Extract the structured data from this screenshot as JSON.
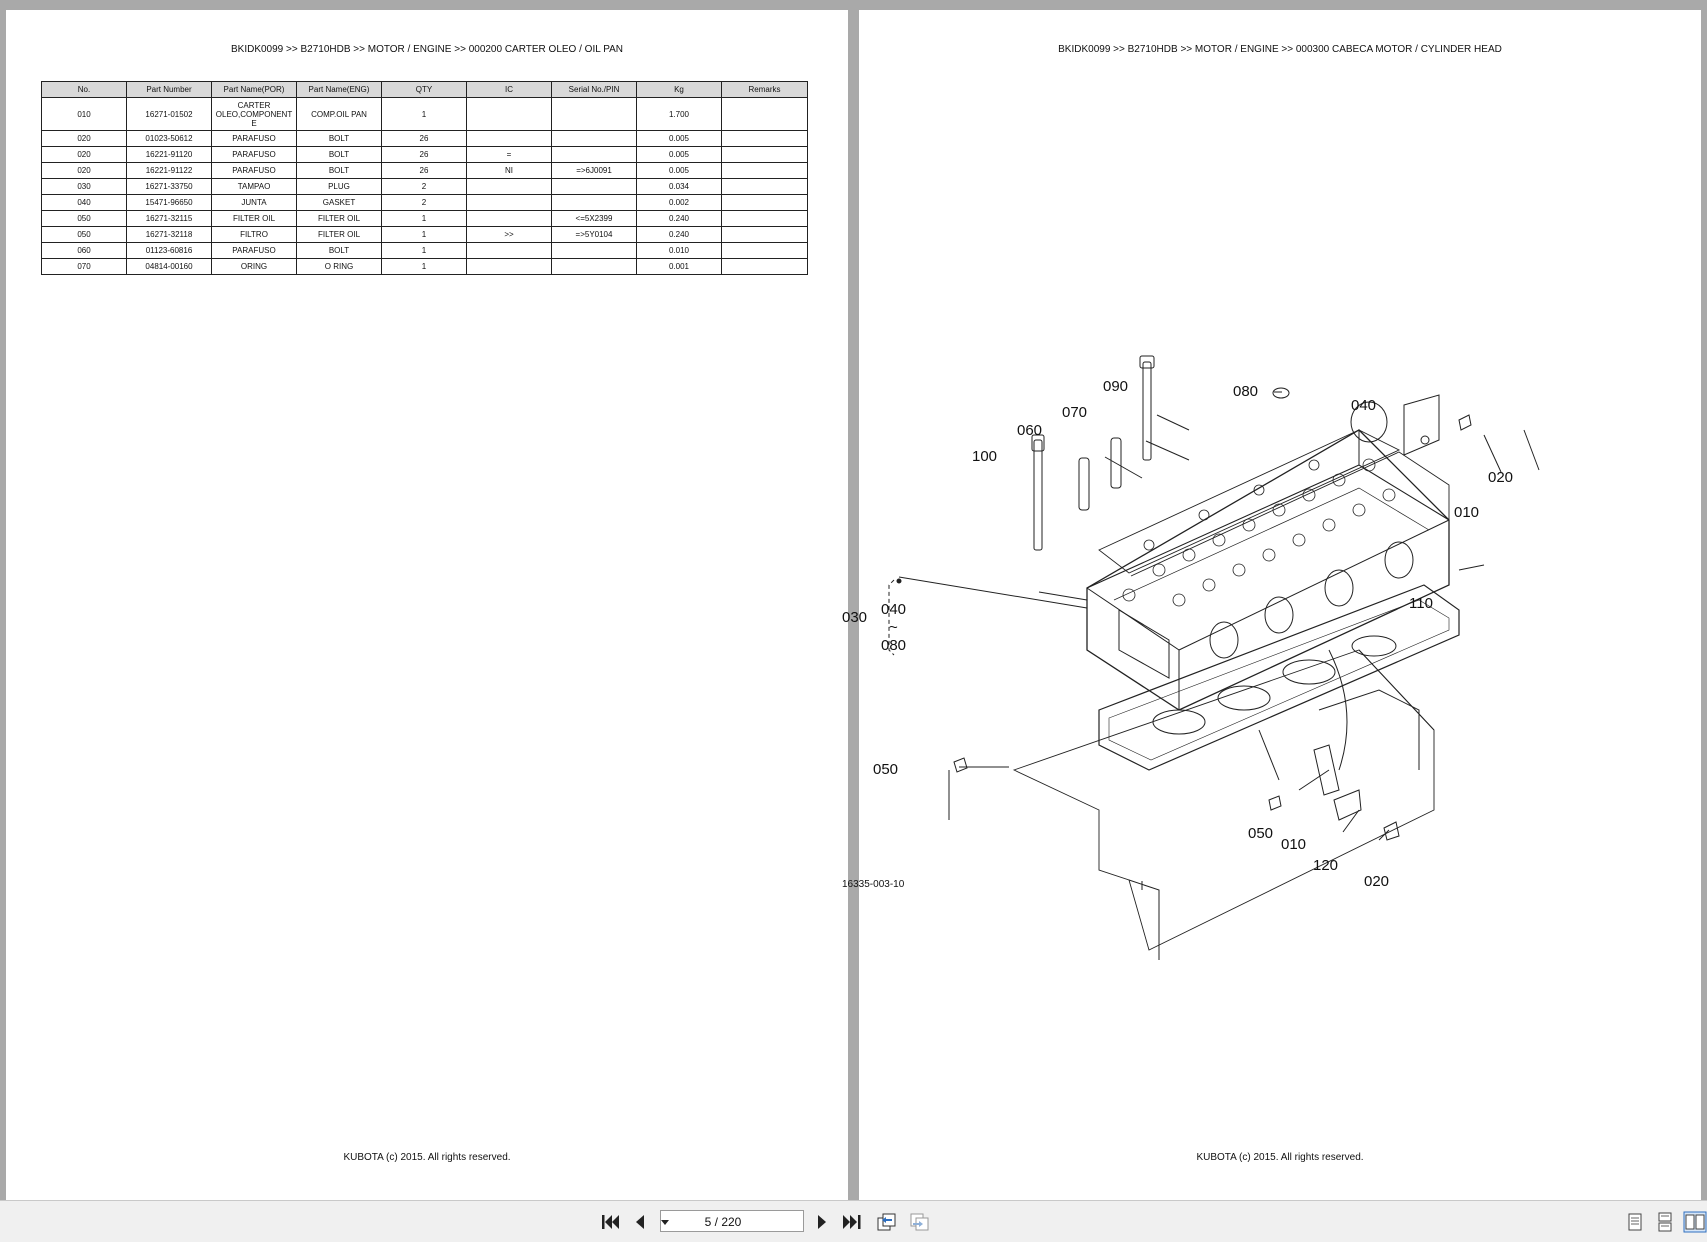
{
  "left_page": {
    "header": "BKIDK0099 >> B2710HDB >> MOTOR / ENGINE >> 000200   CARTER OLEO / OIL PAN",
    "table": {
      "columns": [
        "No.",
        "Part Number",
        "Part Name(POR)",
        "Part Name(ENG)",
        "QTY",
        "IC",
        "Serial No./PIN",
        "Kg",
        "Remarks"
      ],
      "rows": [
        [
          "010",
          "16271-01502",
          "CARTER OLEO,COMPONENT E",
          "COMP.OIL PAN",
          "1",
          "",
          "",
          "1.700",
          ""
        ],
        [
          "020",
          "01023-50612",
          "PARAFUSO",
          "BOLT",
          "26",
          "",
          "",
          "0.005",
          ""
        ],
        [
          "020",
          "16221-91120",
          "PARAFUSO",
          "BOLT",
          "26",
          "=",
          "",
          "0.005",
          ""
        ],
        [
          "020",
          "16221-91122",
          "PARAFUSO",
          "BOLT",
          "26",
          "NI",
          "=>6J0091",
          "0.005",
          ""
        ],
        [
          "030",
          "16271-33750",
          "TAMPAO",
          "PLUG",
          "2",
          "",
          "",
          "0.034",
          ""
        ],
        [
          "040",
          "15471-96650",
          "JUNTA",
          "GASKET",
          "2",
          "",
          "",
          "0.002",
          ""
        ],
        [
          "050",
          "16271-32115",
          "FILTER OIL",
          "FILTER OIL",
          "1",
          "",
          "<=5X2399",
          "0.240",
          ""
        ],
        [
          "050",
          "16271-32118",
          "FILTRO",
          "FILTER OIL",
          "1",
          ">>",
          "=>5Y0104",
          "0.240",
          ""
        ],
        [
          "060",
          "01123-60816",
          "PARAFUSO",
          "BOLT",
          "1",
          "",
          "",
          "0.010",
          ""
        ],
        [
          "070",
          "04814-00160",
          "ORING",
          "O RING",
          "1",
          "",
          "",
          "0.001",
          ""
        ]
      ]
    },
    "footer": "KUBOTA (c) 2015. All rights reserved."
  },
  "right_page": {
    "header": "BKIDK0099 >> B2710HDB >> MOTOR / ENGINE >> 000300   CABECA MOTOR / CYLINDER HEAD",
    "diagram": {
      "labels": {
        "l090": "090",
        "l080_top": "080",
        "l040_top": "040",
        "l070": "070",
        "l060": "060",
        "l100": "100",
        "l020_right": "020",
        "l010_right": "010",
        "l110": "110",
        "l030": "030",
        "l040_bracket": "040",
        "l080_bracket": "080",
        "l050_left": "050",
        "l050_bottom": "050",
        "l010_bottom": "010",
        "l120": "120",
        "l020_bottom": "020",
        "tilde": "~"
      },
      "figure_id": "16335-003-10"
    },
    "footer": "KUBOTA (c) 2015. All rights reserved."
  },
  "toolbar": {
    "page_indicator": "5 / 220",
    "icons": {
      "first": "first-page-icon",
      "prev": "previous-page-icon",
      "next": "next-page-icon",
      "last": "last-page-icon",
      "back": "go-back-icon",
      "forward": "go-forward-icon",
      "single": "single-page-view-icon",
      "continuous": "continuous-view-icon",
      "facing": "facing-pages-view-icon"
    },
    "colors": {
      "toolbar_bg": "#f0f0f0",
      "workspace_bg": "#a9a9a9",
      "active_view": "#2f6fbf"
    }
  }
}
